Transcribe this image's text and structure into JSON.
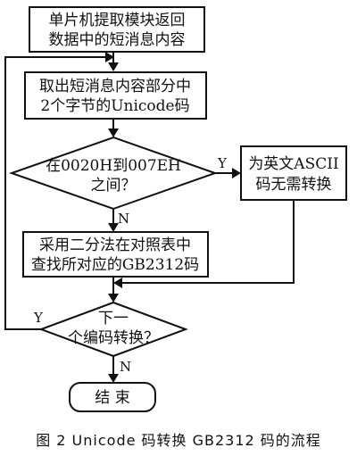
{
  "flowchart": {
    "nodes": {
      "read_sms": {
        "lines": [
          "单片机提取模块返回",
          "数据中的短消息内容"
        ]
      },
      "take_unicode": {
        "lines": [
          "取出短消息内容部分中",
          "2个字节的Unicode码"
        ]
      },
      "check_range": {
        "lines": [
          "在0020H到007EH",
          "之间？"
        ]
      },
      "ascii_box": {
        "lines": [
          "为英文ASCII",
          "码无需转换"
        ]
      },
      "binary_search": {
        "lines": [
          "采用二分法在对照表中",
          "查找所对应的GB2312码"
        ]
      },
      "next_code": {
        "lines": [
          "下一",
          "个编码转换？"
        ]
      },
      "end": {
        "lines": [
          "结  束"
        ]
      }
    },
    "edge_labels": {
      "range_yes": "Y",
      "range_no": "N",
      "next_yes": "Y",
      "next_no": "N"
    }
  },
  "caption": "图 2   Unicode 码转换 GB2312 码的流程"
}
